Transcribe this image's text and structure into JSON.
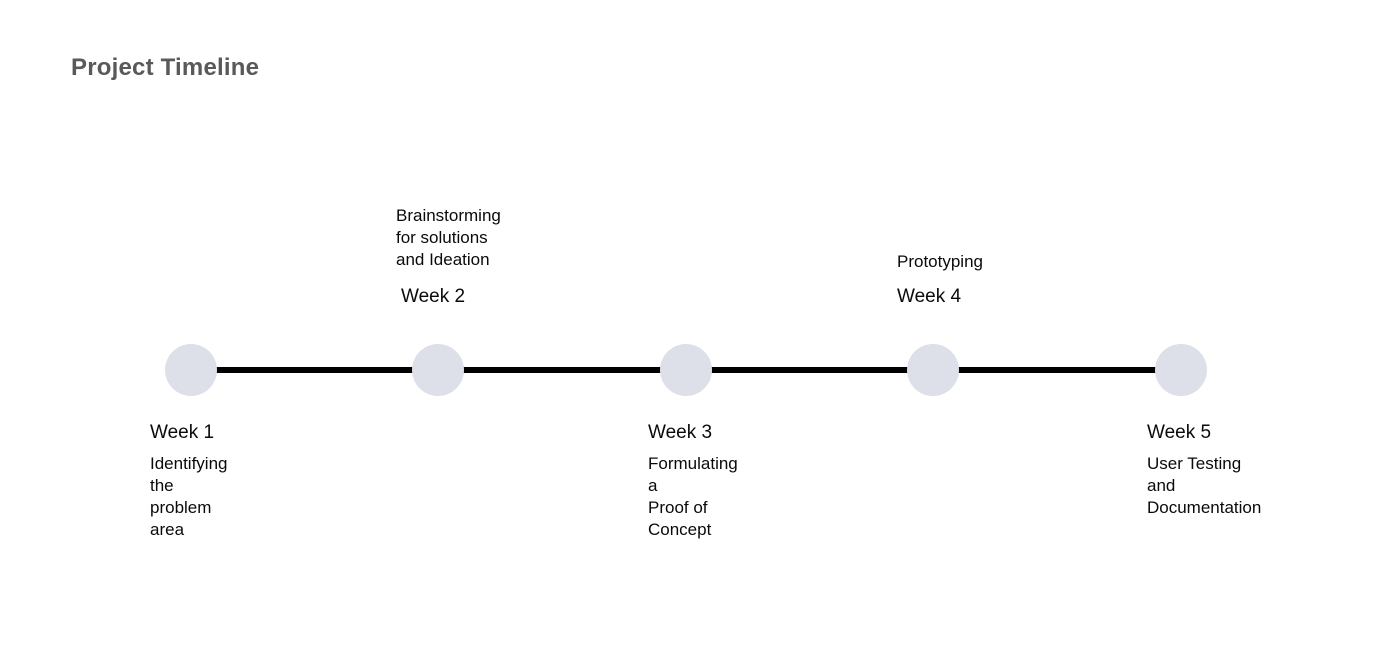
{
  "title": "Project Timeline",
  "milestones": [
    {
      "week": "Week 1",
      "description": "Identifying\nthe problem\narea",
      "label_position": "below"
    },
    {
      "week": "Week 2",
      "description": "Brainstorming\nfor solutions\nand Ideation",
      "label_position": "above"
    },
    {
      "week": "Week 3",
      "description": "Formulating a\nProof of\nConcept",
      "label_position": "below"
    },
    {
      "week": "Week 4",
      "description": "Prototyping",
      "label_position": "above"
    },
    {
      "week": "Week 5",
      "description": "User Testing\nand\nDocumentation",
      "label_position": "below"
    }
  ],
  "colors": {
    "title_text": "#58595b",
    "label_text": "#0a0a0a",
    "track": "#000000",
    "node_fill": "#dddfe9"
  }
}
